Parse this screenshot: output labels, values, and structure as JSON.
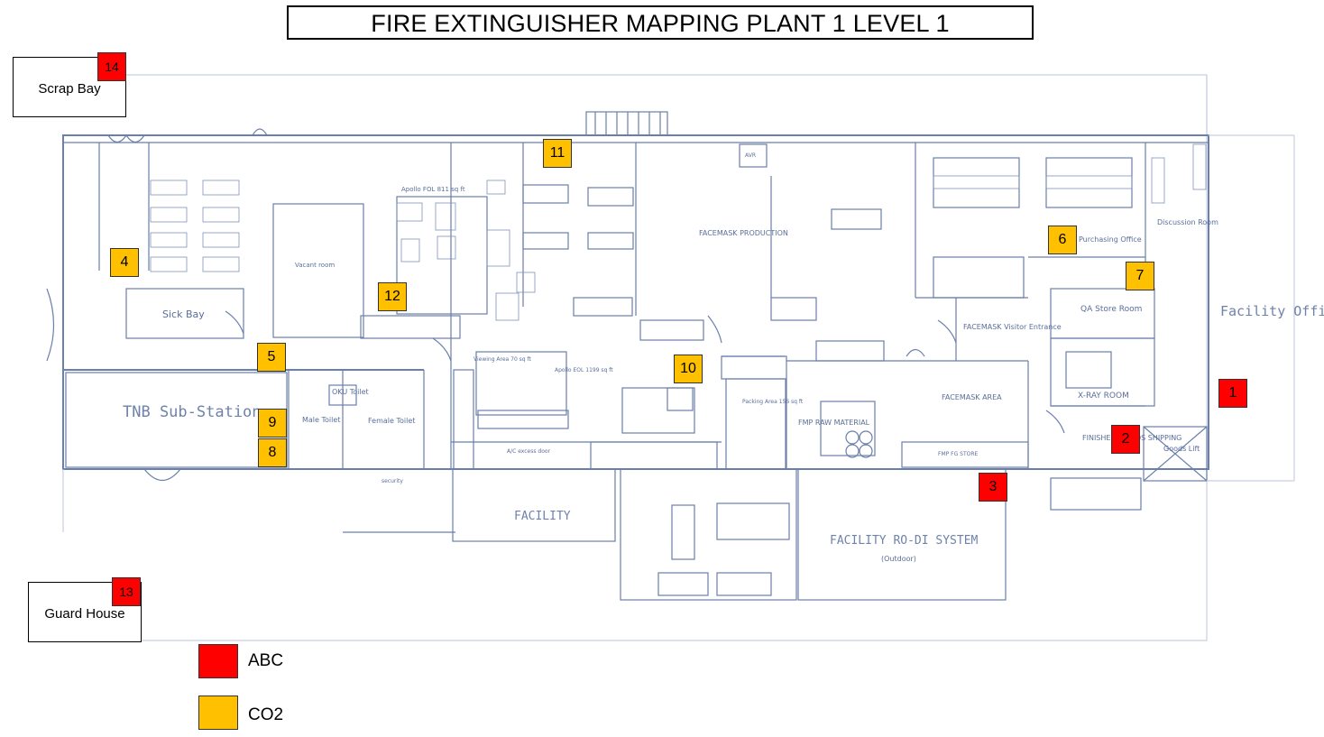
{
  "title": "FIRE EXTINGUISHER MAPPING PLANT 1 LEVEL 1",
  "colors": {
    "abc": "#ff0000",
    "co2": "#ffc000",
    "plan_line": "#5b6f9e"
  },
  "outbuildings": {
    "scrap_bay": {
      "label": "Scrap Bay",
      "marker": "14"
    },
    "guard_house": {
      "label": "Guard House",
      "marker": "13"
    }
  },
  "rooms": {
    "tnb": "TNB Sub-Station",
    "sick_bay": "Sick Bay",
    "vacant": "Vacant room",
    "apollo_fol": "Apollo FOL 811 sq ft",
    "facemask_production": "FACEMASK PRODUCTION",
    "purchasing": "Purchasing Office",
    "discussion": "Discussion Room",
    "facility_office": "Facility Office",
    "qa_store": "QA Store Room",
    "xray": "X-RAY ROOM",
    "finished_goods": "FINISHED GOODS SHIPPING",
    "goods_lift": "Goods Lift",
    "facemask_visitor": "FACEMASK Visitor Entrance",
    "facemask_area": "FACEMASK AREA",
    "fmp_raw": "FMP RAW MATERIAL",
    "fmp_fg": "FMP FG STORE",
    "packing": "Packing Area 156 sq ft",
    "viewing": "Viewing Area 70 sq ft",
    "apollo_eol": "Apollo EOL 1199 sq ft",
    "oku": "OKU Toilet",
    "male": "Male Toilet",
    "female": "Female Toilet",
    "facility": "FACILITY",
    "rodi": "FACILITY RO-DI SYSTEM",
    "outdoor": "(Outdoor)",
    "security": "security",
    "ac": "A/C excess door",
    "avr": "AVR"
  },
  "markers": [
    {
      "id": "1",
      "type": "abc"
    },
    {
      "id": "2",
      "type": "abc"
    },
    {
      "id": "3",
      "type": "abc"
    },
    {
      "id": "4",
      "type": "co2"
    },
    {
      "id": "5",
      "type": "co2"
    },
    {
      "id": "6",
      "type": "co2"
    },
    {
      "id": "7",
      "type": "co2"
    },
    {
      "id": "8",
      "type": "co2"
    },
    {
      "id": "9",
      "type": "co2"
    },
    {
      "id": "10",
      "type": "co2"
    },
    {
      "id": "11",
      "type": "co2"
    },
    {
      "id": "12",
      "type": "co2"
    }
  ],
  "legend": [
    {
      "type": "abc",
      "label": "ABC"
    },
    {
      "type": "co2",
      "label": "CO2"
    }
  ]
}
